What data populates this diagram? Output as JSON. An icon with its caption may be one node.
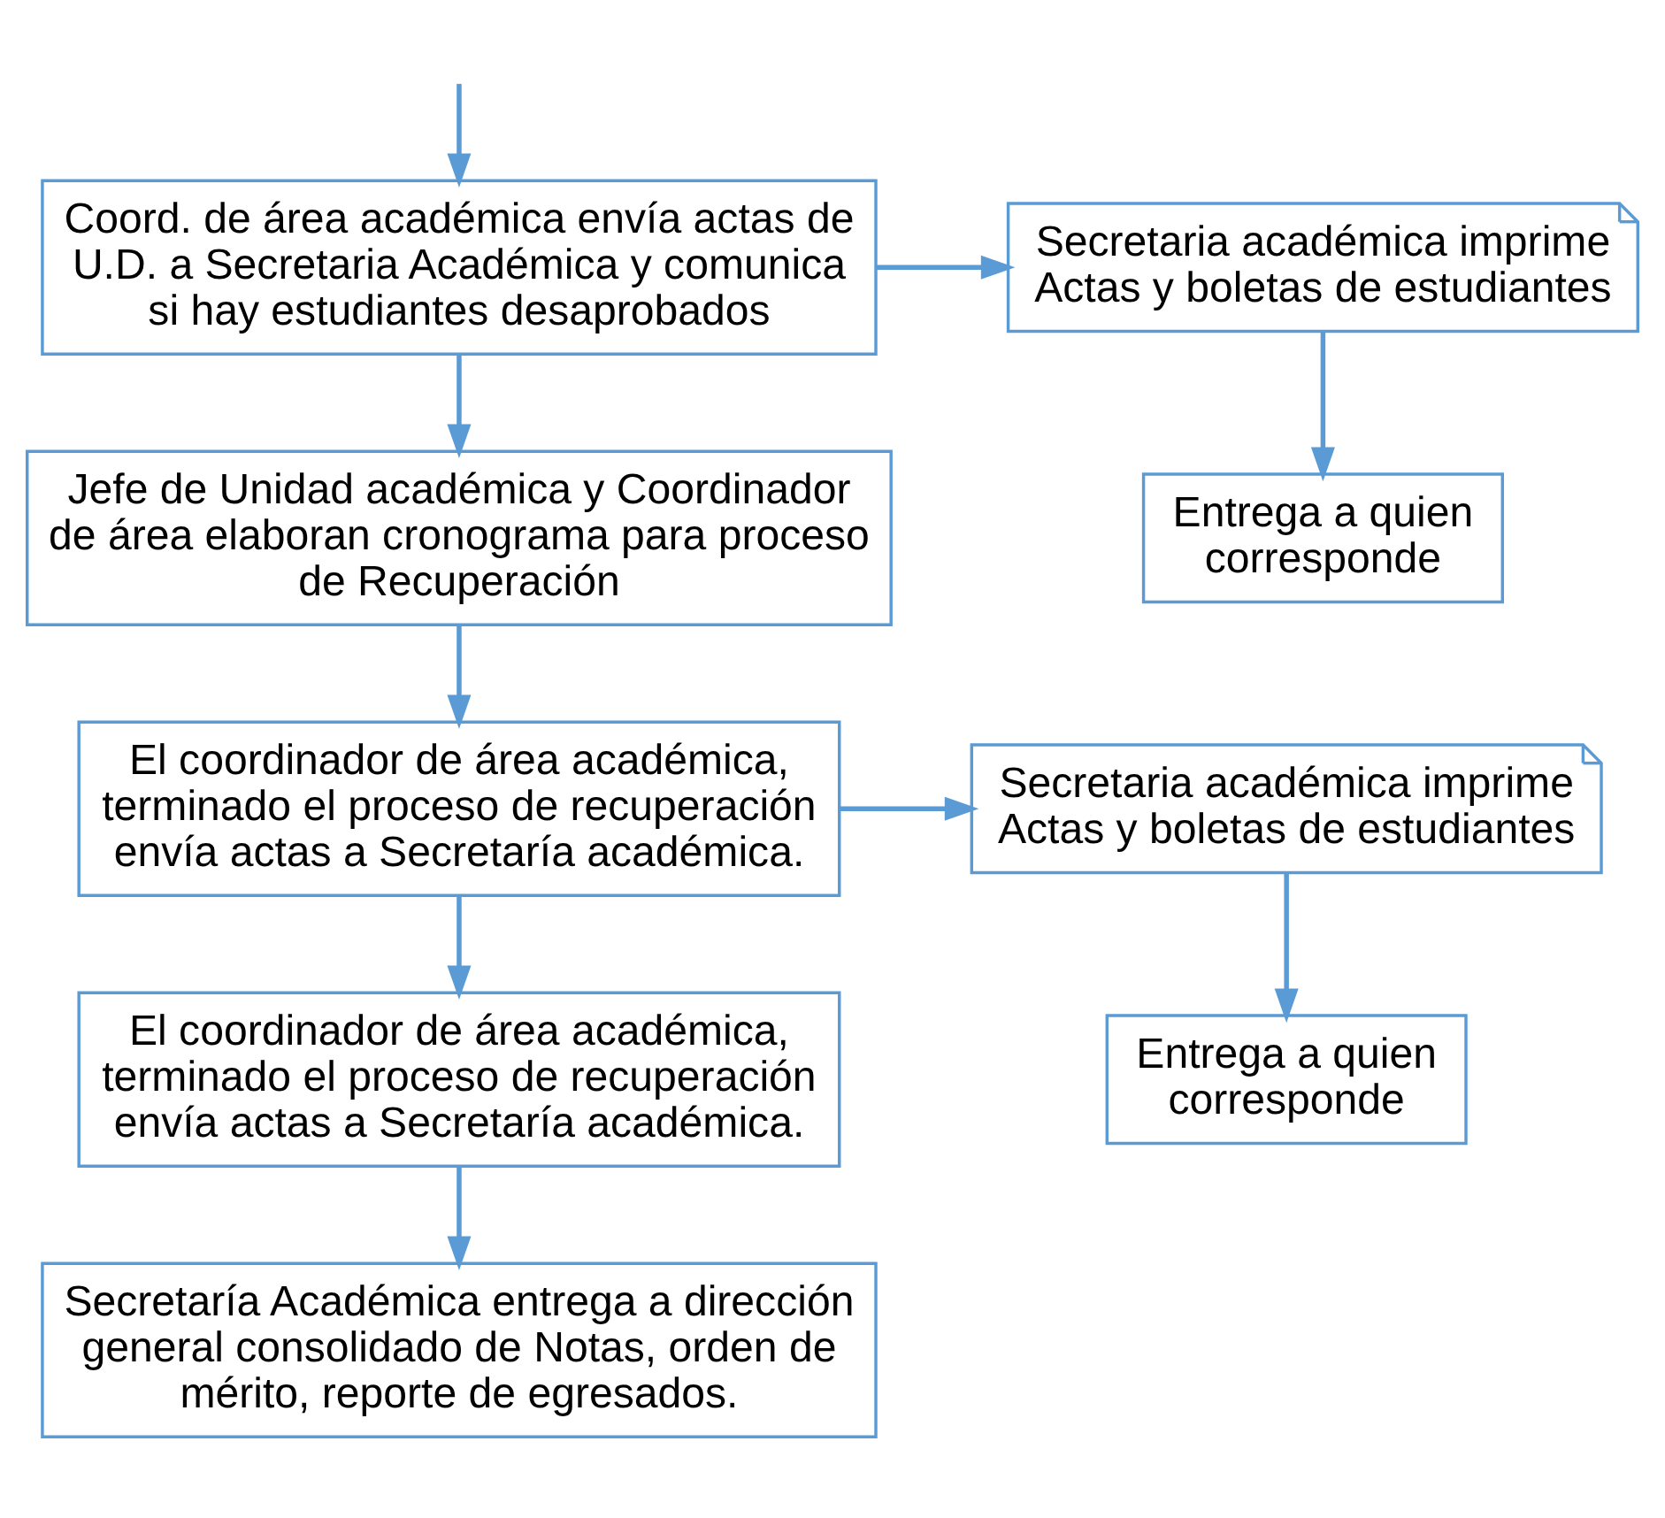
{
  "diagram": {
    "nodes": [
      {
        "text": [
          "Coord. de área académica envía actas de U.D. a Secretaria Académica y comunica si hay estudiantes desaprobados"
        ]
      },
      {
        "text": [
          "Secretaria académica imprime Actas y boletas de estudiantes"
        ]
      },
      {
        "text": [
          "Entrega a quien corresponde"
        ]
      },
      {
        "text": [
          "Jefe de Unidad académica y Coordinador de área elaboran cronograma para proceso de Recuperación"
        ]
      },
      {
        "text": [
          "El coordinador de área académica, terminado el proceso de recuperación envía actas a Secretaría académica."
        ]
      },
      {
        "text": [
          "Secretaria académica imprime Actas y boletas de estudiantes"
        ]
      },
      {
        "text": [
          "Entrega a quien corresponde"
        ]
      },
      {
        "text": [
          "El coordinador de área académica, terminado el proceso de recuperación envía actas a Secretaría académica."
        ]
      },
      {
        "text": [
          "Secretaría Académica entrega a dirección general consolidado de Notas, orden de mérito, reporte de egresados."
        ]
      }
    ],
    "edges": [
      {
        "from": null,
        "to": 0,
        "arrow": "to"
      },
      {
        "from": 0,
        "to": 1,
        "arrow": "to"
      },
      {
        "from": 1,
        "to": 2,
        "arrow": "to"
      },
      {
        "from": 0,
        "to": 3,
        "arrow": "to"
      },
      {
        "from": 3,
        "to": 4,
        "arrow": "to"
      },
      {
        "from": 4,
        "to": 5,
        "arrow": "to"
      },
      {
        "from": 5,
        "to": 6,
        "arrow": "to"
      },
      {
        "from": 4,
        "to": 7,
        "arrow": "to"
      },
      {
        "from": 7,
        "to": 8,
        "arrow": "to"
      }
    ]
  }
}
